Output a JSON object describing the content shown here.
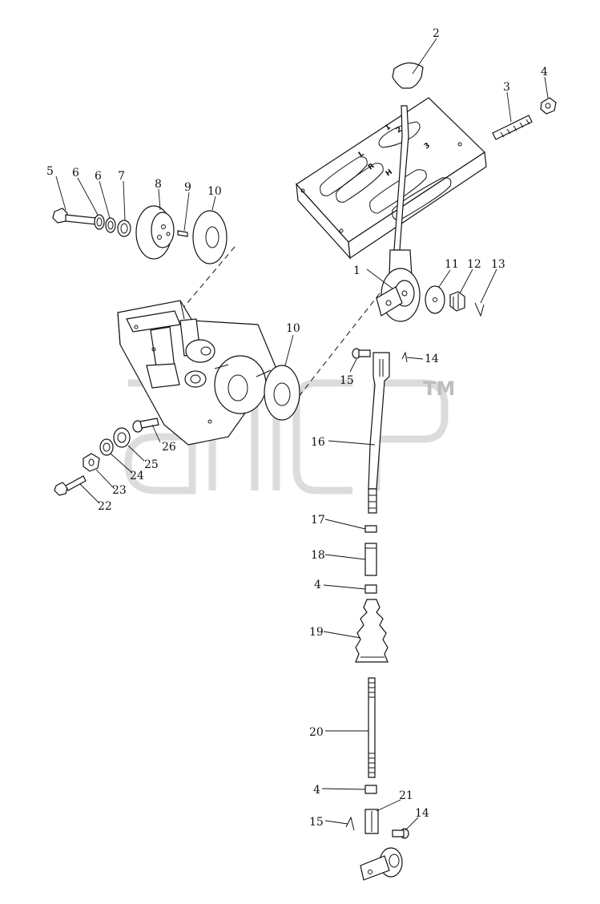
{
  "diagram": {
    "callouts": {
      "c1": "1",
      "c2": "2",
      "c3": "3",
      "c4a": "4",
      "c4b": "4",
      "c4c": "4",
      "c5": "5",
      "c6a": "6",
      "c6b": "6",
      "c7": "7",
      "c8": "8",
      "c9": "9",
      "c10a": "10",
      "c10b": "10",
      "c11": "11",
      "c12": "12",
      "c13": "13",
      "c14a": "14",
      "c14b": "14",
      "c15a": "15",
      "c15b": "15",
      "c16": "16",
      "c17": "17",
      "c18": "18",
      "c19": "19",
      "c20": "20",
      "c21": "21",
      "c22": "22",
      "c23": "23",
      "c24": "24",
      "c25": "25",
      "c26": "26"
    },
    "gate_markings": {
      "g1": "1",
      "g2": "2",
      "g3": "3",
      "gR": "R",
      "gL": "L",
      "gH": "H"
    },
    "watermark": {
      "trademark": "TM"
    }
  }
}
